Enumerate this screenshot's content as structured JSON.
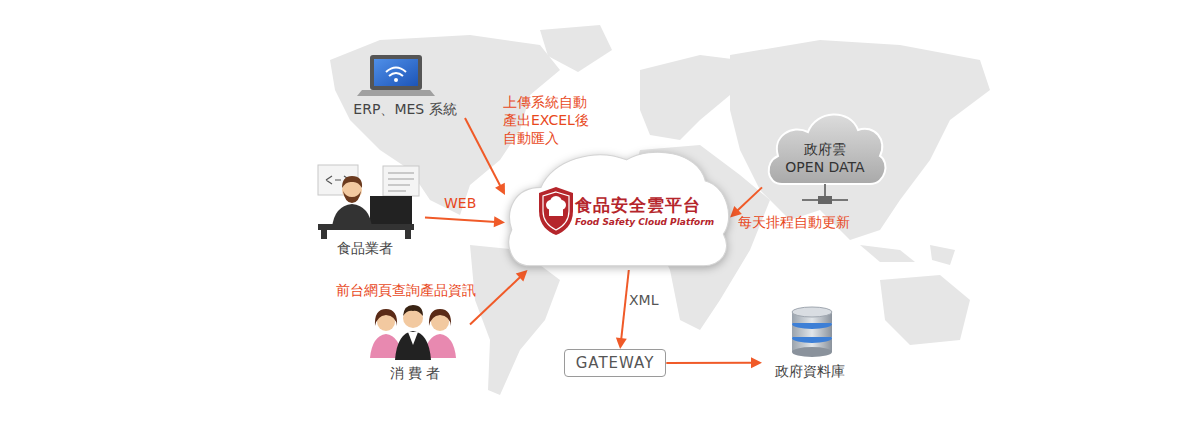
{
  "diagram": {
    "nodes": [
      {
        "text": [
          "ERP、MES 系統"
        ]
      },
      {
        "text": [
          "食品業者"
        ]
      },
      {
        "text": [
          "消 費 者"
        ]
      },
      {
        "text": [
          "食品安全雲平台",
          "Food Safety Cloud Platform"
        ]
      },
      {
        "text": [
          "政府雲 OPEN DATA"
        ]
      },
      {
        "text": [
          "GATEWAY"
        ]
      },
      {
        "text": [
          "政府資料庫"
        ]
      }
    ],
    "edges": [
      {
        "from": 0,
        "to": 3,
        "arrow": "to",
        "label": "上傳系統自動 產出EXCEL後 自動匯入"
      },
      {
        "from": 1,
        "to": 3,
        "arrow": "to",
        "label": "WEB"
      },
      {
        "from": 2,
        "to": 3,
        "arrow": "to",
        "label": "前台網頁查詢產品資訊"
      },
      {
        "from": 4,
        "to": 3,
        "arrow": "to",
        "label": "每天排程自動更新"
      },
      {
        "from": 3,
        "to": 5,
        "arrow": "to",
        "label": "XML"
      },
      {
        "from": 5,
        "to": 6,
        "arrow": "to"
      }
    ]
  }
}
